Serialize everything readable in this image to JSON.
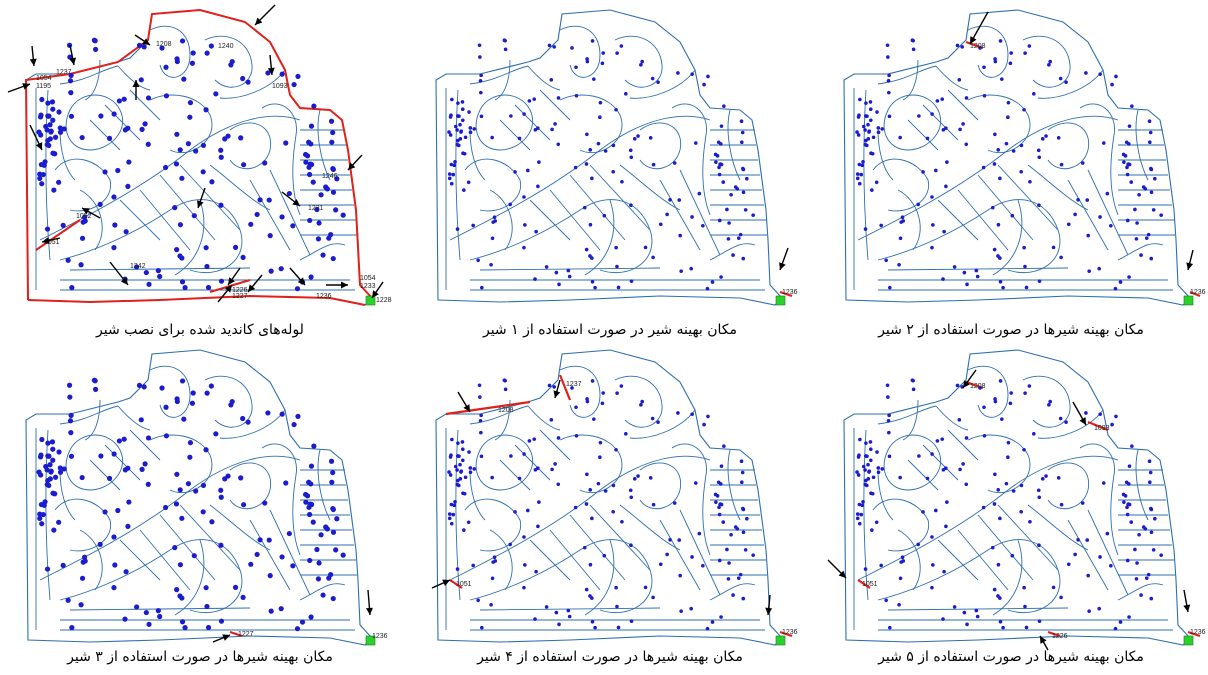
{
  "figure": {
    "panels": [
      {
        "caption": "لوله‌های کاندید شده برای نصب شیر",
        "node_labels": [
          "1208",
          "1240",
          "1237",
          "1054",
          "1195",
          "1093",
          "1246",
          "1221",
          "1052",
          "1051",
          "1242",
          "1226",
          "1227",
          "1236",
          "1054",
          "1233",
          "1228"
        ],
        "red_boundary": true
      },
      {
        "caption": "مکان بهینه شیر در صورت استفاده از ۱ شیر",
        "node_labels": [
          "1236"
        ],
        "red_boundary": false
      },
      {
        "caption": "مکان بهینه شیرها در صورت استفاده از ۲ شیر",
        "node_labels": [
          "1208",
          "1236"
        ],
        "red_boundary": false
      },
      {
        "caption": "مکان بهینه شیرها در صورت استفاده از ۳ شیر",
        "node_labels": [
          "1236",
          "1227"
        ],
        "red_boundary": false
      },
      {
        "caption": "مکان بهینه شیرها در صورت استفاده از ۴ شیر",
        "node_labels": [
          "1208",
          "1237",
          "1051",
          "1236"
        ],
        "red_boundary": false
      },
      {
        "caption": "مکان بهینه شیرها در صورت استفاده از ۵ شیر",
        "node_labels": [
          "1208",
          "1093",
          "1051",
          "1226",
          "1236"
        ],
        "red_boundary": false
      }
    ],
    "colors": {
      "pipe": "#2e6fae",
      "node": "#1c1ccf",
      "valve_pipe": "#e0201a",
      "arrow": "#000000",
      "reservoir": "#2bd12b"
    }
  }
}
